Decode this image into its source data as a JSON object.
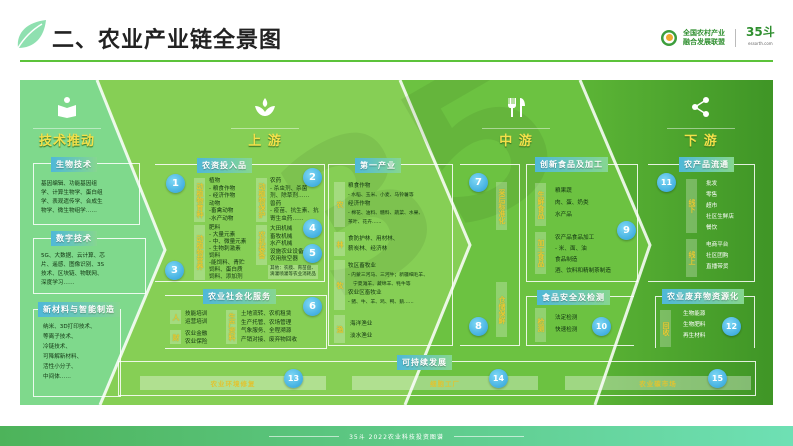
{
  "header": {
    "title": "二、农业产业链全景图",
    "logo_line1": "全国农村产业",
    "logo_line2": "融合发展联盟",
    "brand": "35斗",
    "brand_sub": "essorth.com"
  },
  "colors": {
    "tech": "#7fd98c",
    "upstream": "#86cf55",
    "midstream": "#69c03f",
    "downstream": "#4fa72f",
    "title_yellow": "#f3e04a",
    "badge_blue": "#2a9fd8"
  },
  "sections": {
    "tech": {
      "title": "技术推动",
      "icon": "book-reader-icon",
      "boxes": [
        {
          "title": "生物技术",
          "lines": [
            "基因编辑、功能基因组",
            "学、计算生物学、蛋白组",
            "学、表观遗传学、合成生",
            "物学、微生物组学……"
          ]
        },
        {
          "title": "数字技术",
          "lines": [
            "5G、大数据、云计算、芯",
            "片、遥感、图像识别、3S",
            "技术、区块链、物联网、",
            "深度学习……"
          ]
        },
        {
          "title": "新材料与智能制造",
          "lines": [
            "纳米、3D打印技术、",
            "等离子技术、",
            "冷链技术、",
            "可降解新材料、",
            "活性小分子、",
            "中间体……"
          ]
        }
      ]
    },
    "upstream": {
      "title": "上 游",
      "icon": "sprout-icon",
      "inputs": {
        "title": "农资投入品",
        "breeding": {
          "label": "动植物育种",
          "lines": [
            "植物",
            "- 粮食作物",
            "- 经济作物",
            "动物",
            "-畜禽动物",
            "-水产动物"
          ]
        },
        "nutrition": {
          "label": "动植物营养",
          "lines": [
            "肥料",
            "- 大量元素",
            "- 中、微量元素",
            "- 生物刺激素",
            "饲料",
            "-能饲料、青贮",
            "饲料、蛋白质",
            "饲料、添加剂"
          ]
        },
        "protection": {
          "label": "动植物保护",
          "lines": [
            "农药",
            "- 杀虫剂、杀菌",
            "剂、除草剂……",
            "兽药",
            "- 疫苗、抗生素、抗",
            "寄生虫药……"
          ]
        },
        "machinery": {
          "label": "农机装备",
          "lines": [
            "大田机械",
            "畜牧机械",
            "水产机械",
            "设施农业设备",
            "农用航空器"
          ],
          "note": [
            "其他：农膜、育苗盘、",
            "滴灌喷灌等农业消耗品"
          ]
        }
      },
      "services": {
        "title": "农业社会化服务",
        "people": {
          "label": "人",
          "lines": [
            "技能培训",
            "运营培训"
          ]
        },
        "finance": {
          "label": "财",
          "lines": [
            "农业金融",
            "农业保险"
          ]
        },
        "production": {
          "label": "生产资料",
          "lines": [
            "土地流转、农机租赁",
            "生产托管、农场管理",
            "气象服务、全程溯源",
            "产销对接、废弃物回收"
          ]
        }
      },
      "primary": {
        "title": "第一产业",
        "farming": {
          "label": "农",
          "lines": [
            "粮食作物",
            "- 水稻、玉米、小麦、马铃薯等",
            "经济作物",
            "- 棉花、油料、糖料、蔬菜、水果、",
            "茶叶、花卉……"
          ]
        },
        "forestry": {
          "label": "林",
          "lines": [
            "食防护林、用材林、",
            "薪炭林、经济林"
          ]
        },
        "husbandry": {
          "label": "牧",
          "lines": [
            "牧区畜牧业",
            "- 内蒙三河马、三河牛；新疆细毛羊、",
            "宁夏滩羊、藏绵羊、牦牛等",
            "农业区畜牧业",
            "- 猪、牛、羊、鸡、鸭、鹅……"
          ]
        },
        "fishery": {
          "label": "渔",
          "lines": [
            "海洋渔业",
            "淡水渔业"
          ]
        }
      }
    },
    "midstream": {
      "title": "中 游",
      "icon": "fork-knife-icon",
      "post_harvest": "采后标准化",
      "storage": "仓储保鲜",
      "food": {
        "title": "创新食品及加工",
        "fresh": {
          "label": "生鲜食品",
          "lines": [
            "粮果蔬",
            "肉、蛋、奶类",
            "水产品"
          ]
        },
        "processed": {
          "label": "加工食品",
          "lines": [
            "农产品食品加工",
            "- 米、面、油",
            "食品制造",
            "酒、饮料和精制茶制造"
          ]
        }
      },
      "safety": {
        "title": "食品安全及检测",
        "label": "检测",
        "lines": [
          "法定检测",
          "快速检测"
        ]
      }
    },
    "downstream": {
      "title": "下 游",
      "icon": "share-icon",
      "circulation": {
        "title": "农产品流通",
        "offline": {
          "label": "线下",
          "lines": [
            "批发",
            "零售",
            "超市",
            "社区生鲜店",
            "餐饮"
          ]
        },
        "online": {
          "label": "线上",
          "lines": [
            "电商平台",
            "社区团购",
            "直播带货"
          ]
        }
      },
      "waste": {
        "title": "农业废弃物资源化",
        "label": "回收",
        "lines": [
          "生物能源",
          "生物肥料",
          "再生材料"
        ]
      }
    },
    "sustain": {
      "title": "可持续发展",
      "items": [
        "农业环境修复",
        "细胞工厂",
        "农业碳市场"
      ]
    }
  },
  "badges": [
    "1",
    "2",
    "3",
    "4",
    "5",
    "6",
    "7",
    "8",
    "9",
    "10",
    "11",
    "12",
    "13",
    "14",
    "15"
  ],
  "footer": "35斗 2022农业科技投资图谱"
}
